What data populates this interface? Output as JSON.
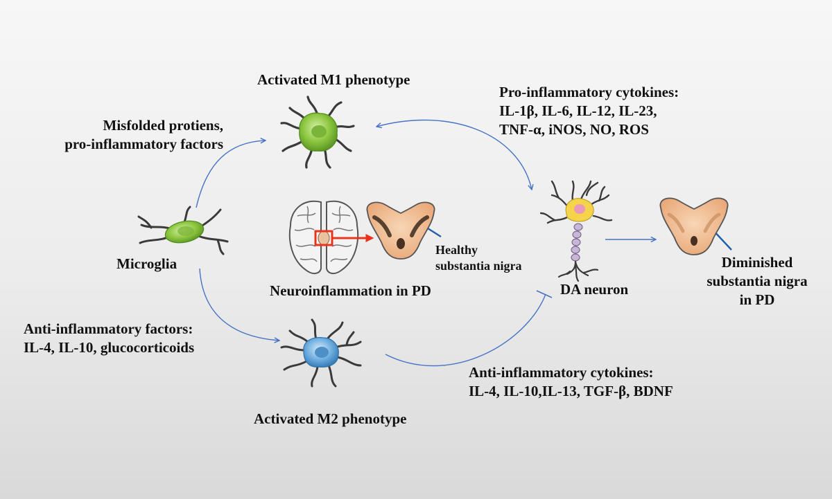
{
  "labels": {
    "m1_title": "Activated M1 phenotype",
    "pro_cytokines": [
      "Pro-inflammatory cytokines:",
      "IL-1β, IL-6, IL-12, IL-23,",
      "TNF-α, iNOS, NO, ROS"
    ],
    "misfolded": [
      "Misfolded protiens,",
      "pro-inflammatory factors"
    ],
    "microglia": "Microglia",
    "healthy_sn": [
      "Healthy",
      "substantia nigra"
    ],
    "neuroinflammation": "Neuroinflammation in PD",
    "da_neuron": "DA neuron",
    "diminished_sn": [
      "Diminished",
      "substantia nigra",
      "in PD"
    ],
    "anti_factors": [
      "Anti-inflammatory factors:",
      "IL-4, IL-10, glucocorticoids"
    ],
    "anti_cytokines": [
      "Anti-inflammatory cytokines:",
      "IL-4, IL-10,IL-13, TGF-β, BDNF"
    ],
    "m2_title": "Activated M2 phenotype"
  },
  "colors": {
    "arrow": "#4472c4",
    "m1_cell": "#8cc63f",
    "m2_cell": "#5a9fd4",
    "microglia_cell": "#8cc63f",
    "neuron_body": "#f5d34a",
    "substantia_nigra": "#f0b98c",
    "highlight_box": "#e8341c"
  },
  "icons": [
    "microglia-cell-icon",
    "m1-microglia-icon",
    "m2-microglia-icon",
    "brain-icon",
    "substantia-nigra-icon",
    "dopaminergic-neuron-icon"
  ]
}
